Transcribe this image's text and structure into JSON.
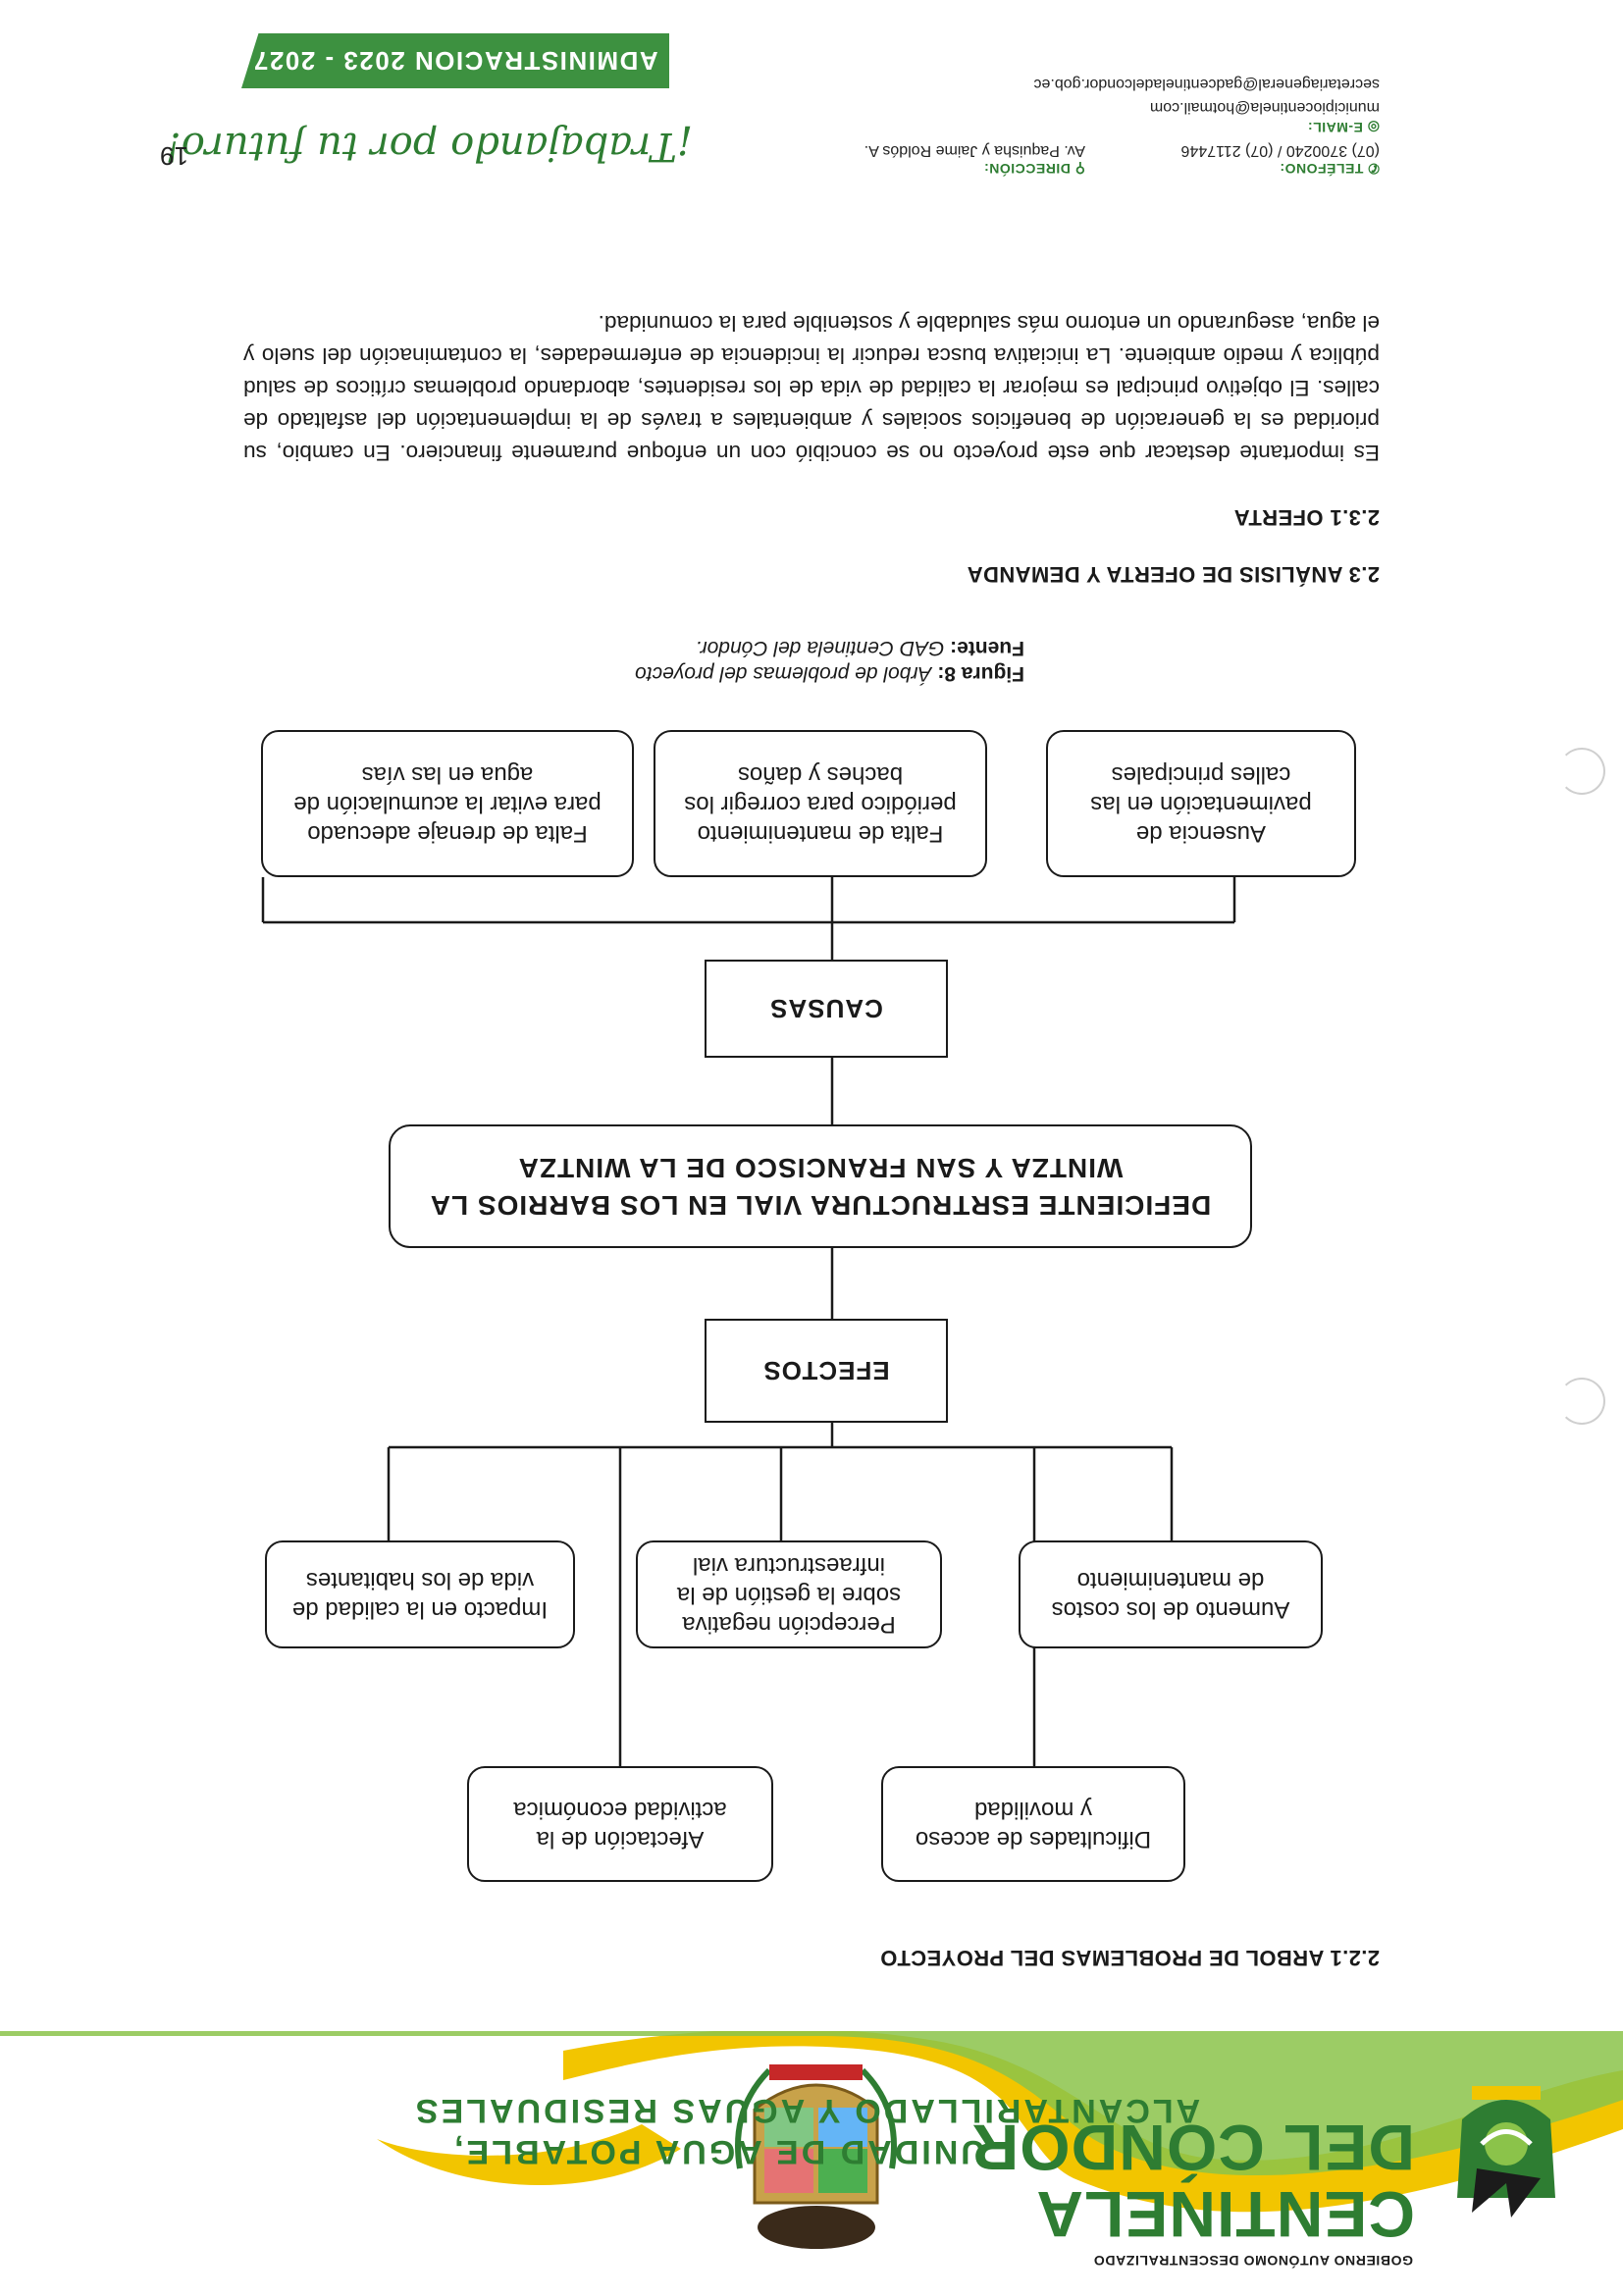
{
  "header": {
    "institution_small": "GOBIERNO AUTÓNOMO DESCENTRALIZADO",
    "institution_name_line1": "CENTINELA",
    "institution_name_line2": "DEL CÓNDOR",
    "unit_line1": "UNIDAD DE AGUA POTABLE,",
    "unit_line2": "ALCANTARILLADO Y AGUAS RESIDUALES",
    "colors": {
      "green": "#2e7d32",
      "yellow": "#f2c500",
      "light_green": "#8bc34a"
    }
  },
  "section_221": {
    "title": "2.2.1  ARBOL DE PROBLEMAS DEL PROYECTO"
  },
  "diagram": {
    "effects": [
      "Dificultades de acceso y movilidad",
      "Afectación de la actividad económica",
      "Aumento de los costos de mantenimiento",
      "Percepción negativa sobre la gestión de la infraestructura vial",
      "Impacto en la calidad de vida de los habitantes"
    ],
    "effects_label": "EFECTOS",
    "central_problem": "DEFICIENTE ESRTRUCTURA VIAL EN LOS BARRIOS LA WINTZA Y SAN FRANCISCO DE LA WINTZA",
    "causes_label": "CAUSAS",
    "causes": [
      "Ausencia de pavimentación en las calles principales",
      "Falta de mantenimiento periódico para corregir los baches y daños",
      "Falta de drenaje adecuado para evitar la acumulación de agua en las vías"
    ]
  },
  "caption": {
    "figure_label": "Figura 8:",
    "figure_text": "Árbol de problemas del proyecto",
    "source_label": "Fuente:",
    "source_text": "GAD Centinela del Cóndor."
  },
  "section_23": {
    "title": "2.3  ANÁLISIS DE OFERTA Y DEMANDA"
  },
  "section_231": {
    "title": "2.3.1  OFERTA"
  },
  "paragraph": "Es importante destacar que este proyecto no se concibió con un enfoque puramente financiero. En cambio, su prioridad es la generación de beneficios sociales y ambientales a través de la implementación del asfaltado de calles. El objetivo principal es mejorar la calidad de vida de los residentes, abordando problemas críticos de salud pública y medio ambiente. La iniciativa busca reducir la incidencia de enfermedades, la contaminación del suelo y el agua, asegurando un entorno más saludable y sostenible para la comunidad.",
  "footer": {
    "phone_label": "TELÉFONO:",
    "phone": "(07) 3700240 / (07) 2117446",
    "address_label": "DIRECCIÓN:",
    "address": "Av. Paquisha y Jaime Roldós A.",
    "email_label": "E-MAIL:",
    "email1": "municipiocentinela@hotmail.com",
    "email2": "secretariageneral@gadcentineladelcondor.gob.ec",
    "slogan": "¡Trabajando por tu futuro!",
    "admin": "ADMINISTRACION 2023 - 2027",
    "page_number": "19"
  }
}
